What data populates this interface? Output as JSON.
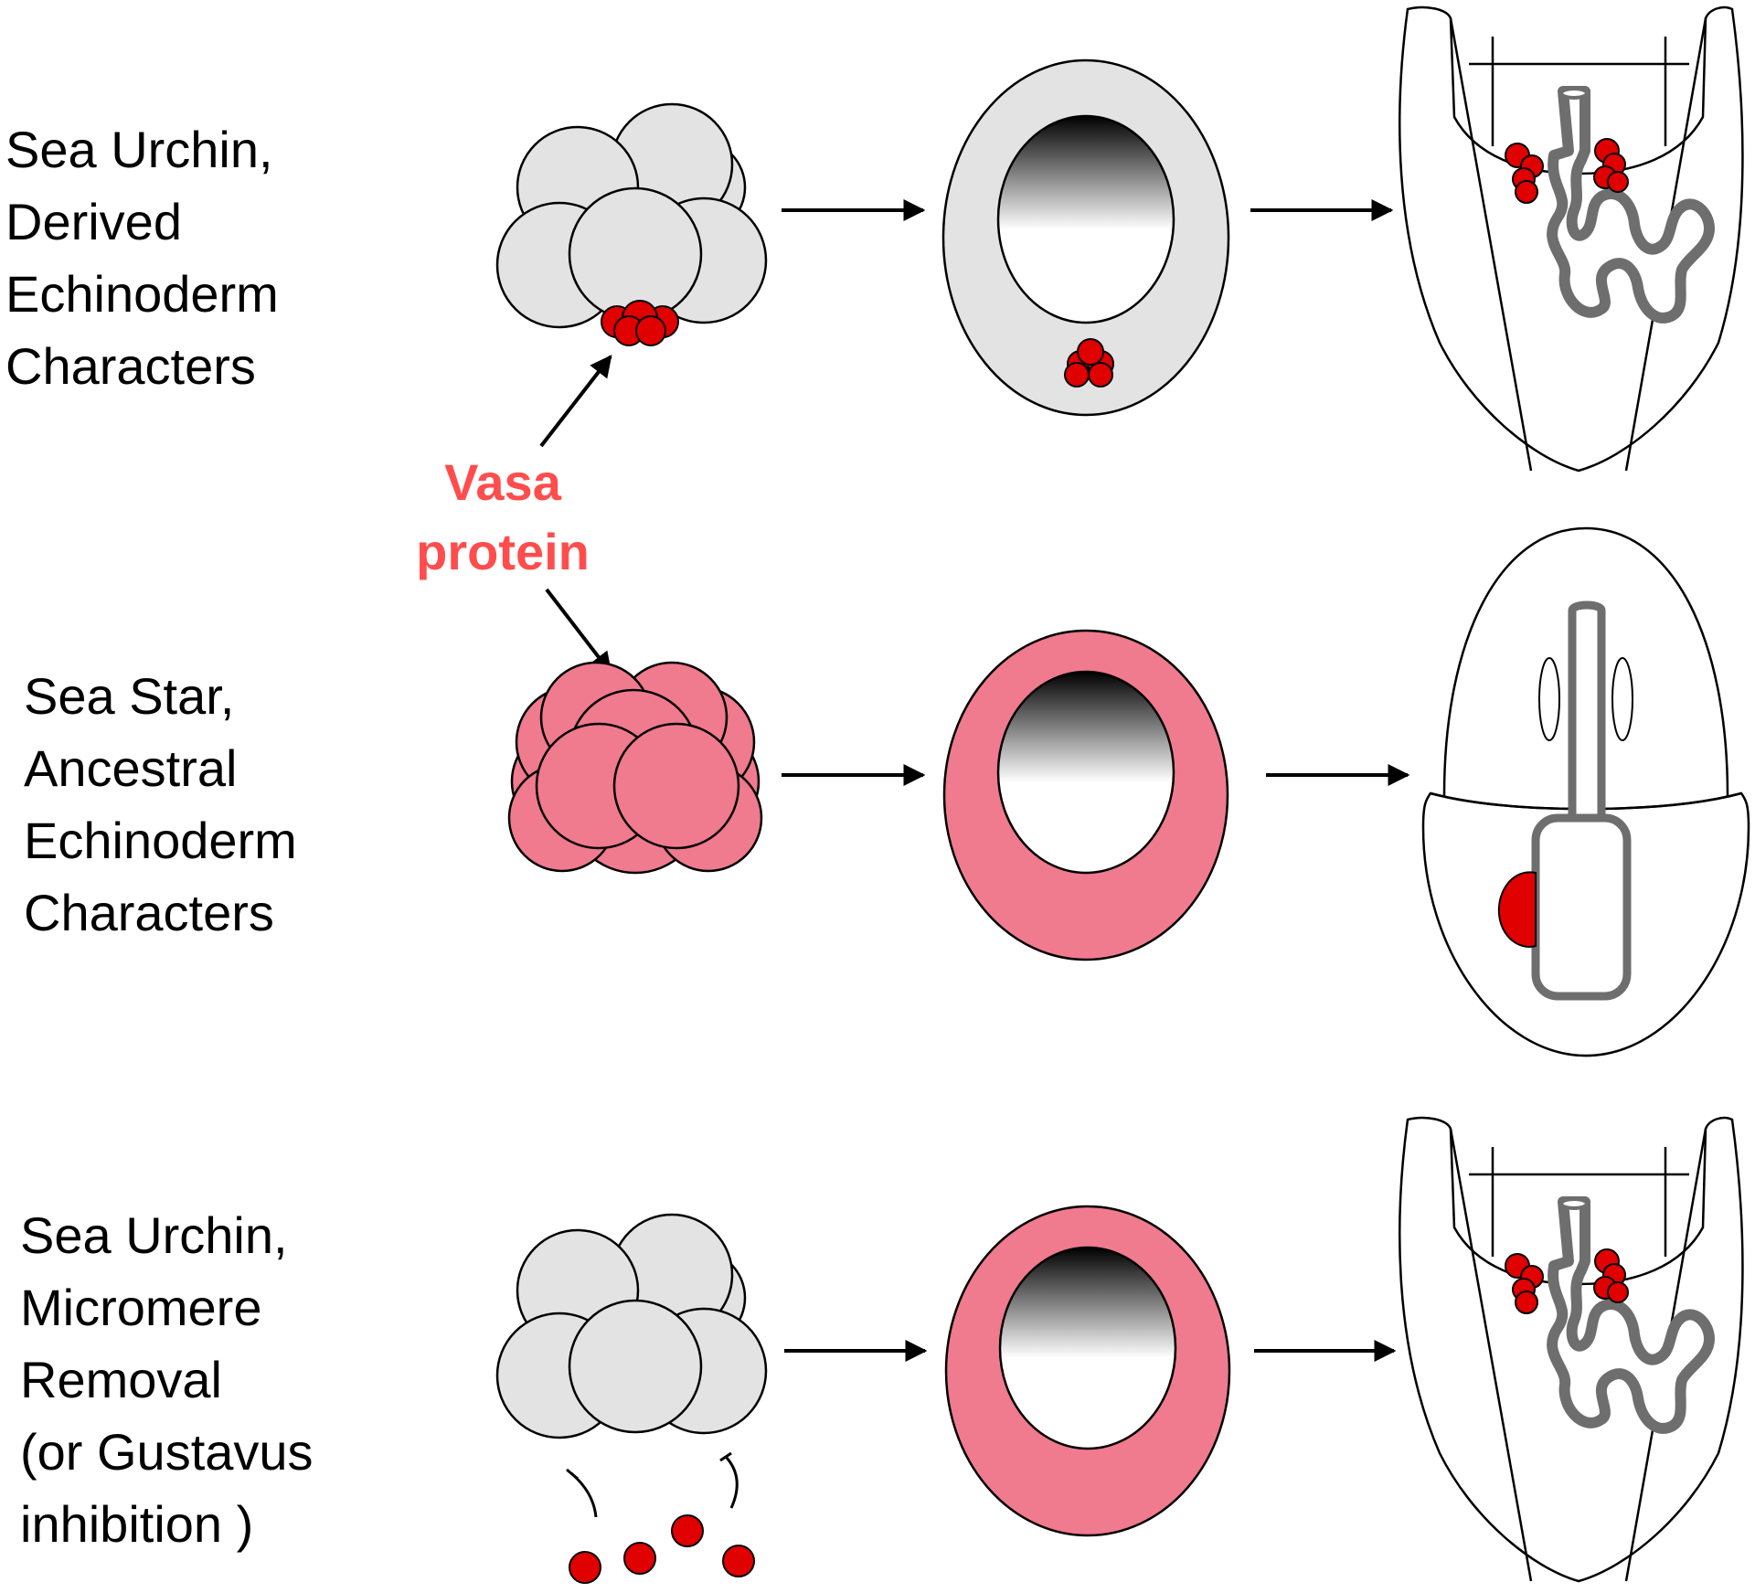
{
  "rows": [
    {
      "label_lines": [
        "Sea Urchin,",
        "Derived",
        "Echinoderm",
        "Characters"
      ]
    },
    {
      "label_lines": [
        "Sea Star,",
        "Ancestral",
        "Echinoderm",
        "Characters"
      ]
    },
    {
      "label_lines": [
        "Sea Urchin,",
        "Micromere",
        "Removal",
        "(or Gustavus",
        "inhibition )"
      ]
    }
  ],
  "vasa_label": {
    "lines": [
      "Vasa",
      "protein"
    ]
  },
  "colors": {
    "vasa_red": "#e00000",
    "vasa_label": "#ff4d4d",
    "vasa_pink": "#f07a8e",
    "cell_gray": "#e3e3e3",
    "outline": "#000000",
    "gut_shadow": "#6e6e6e"
  }
}
